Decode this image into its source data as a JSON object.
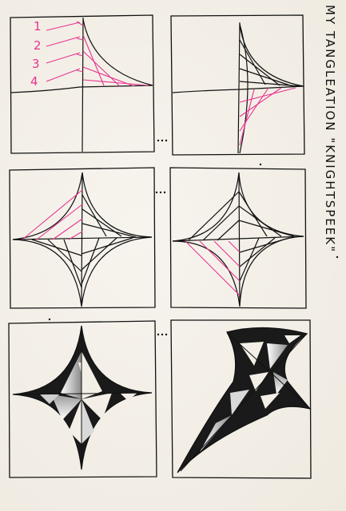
{
  "title": "MY TANGLEATION \"KNIGHTSPEEK\"",
  "step_labels": [
    "1",
    "2",
    "3",
    "4"
  ],
  "colors": {
    "paper": "#f3efe7",
    "ink": "#111111",
    "guide": "#e8338f"
  }
}
